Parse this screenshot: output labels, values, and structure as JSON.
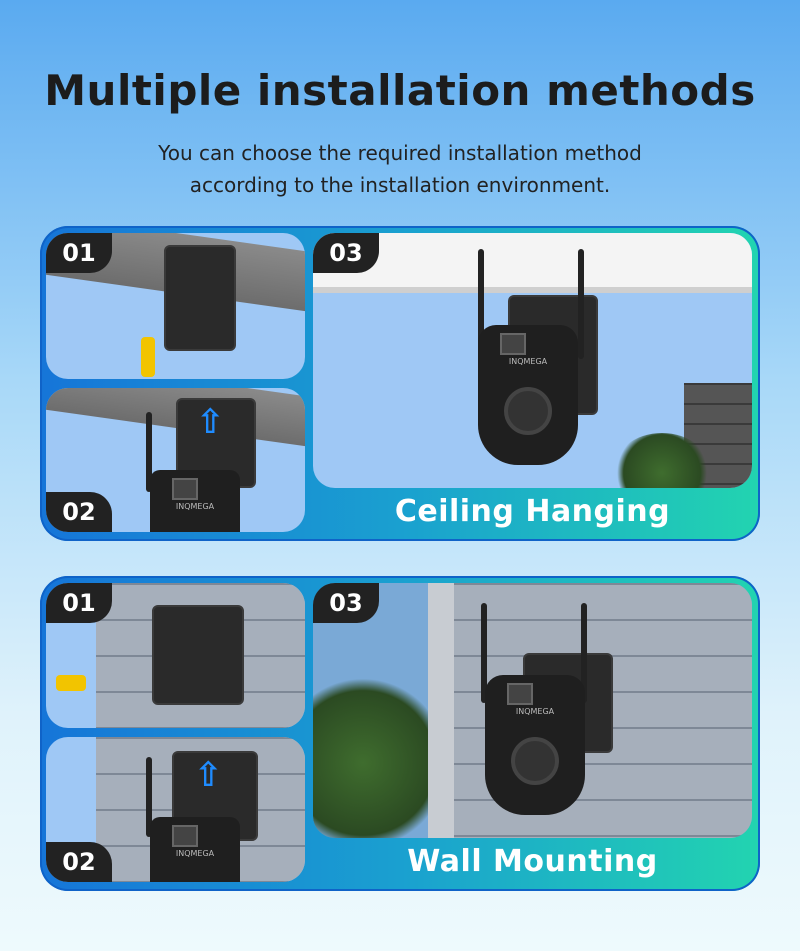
{
  "header": {
    "title": "Multiple installation methods",
    "subtitle_line1": "You can choose the required installation method",
    "subtitle_line2": "according to the installation environment."
  },
  "brand": "INQMEGA",
  "sections": [
    {
      "caption": "Ceiling Hanging",
      "steps": [
        "01",
        "02",
        "03"
      ]
    },
    {
      "caption": "Wall Mounting",
      "steps": [
        "01",
        "02",
        "03"
      ]
    }
  ],
  "colors": {
    "panel_start": "#1675d8",
    "panel_end": "#22d4b0",
    "badge": "#222222",
    "title": "#1c1c1c"
  }
}
